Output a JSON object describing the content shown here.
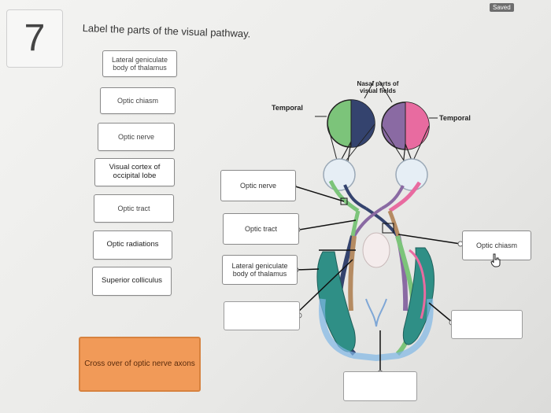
{
  "question": {
    "number": "7",
    "prompt": "Label the parts of the visual pathway.",
    "status": "Saved"
  },
  "word_bank": [
    {
      "id": "lgn",
      "text": "Lateral geniculate body of thalamus"
    },
    {
      "id": "chiasm",
      "text": "Optic chiasm"
    },
    {
      "id": "nerve",
      "text": "Optic nerve"
    },
    {
      "id": "cortex",
      "text": "Visual cortex of occipital lobe"
    },
    {
      "id": "tract",
      "text": "Optic tract"
    },
    {
      "id": "radiations",
      "text": "Optic radiations"
    },
    {
      "id": "colliculus",
      "text": "Superior colliculus"
    }
  ],
  "diagram_text": {
    "nasal": "Nasal parts of visual fields",
    "temporal_left": "Temporal",
    "temporal_right": "Temporal"
  },
  "drop_zones": [
    {
      "id": "dz-nerve",
      "value": "Optic nerve"
    },
    {
      "id": "dz-tract",
      "value": "Optic tract"
    },
    {
      "id": "dz-chiasm",
      "value": "Optic chiasm"
    },
    {
      "id": "dz-lgn",
      "value": "Lateral geniculate body of thalamus"
    },
    {
      "id": "dz-empty-1",
      "value": ""
    },
    {
      "id": "dz-empty-2",
      "value": ""
    },
    {
      "id": "dz-empty-3",
      "value": ""
    }
  ],
  "highlight_box": {
    "text": "Cross over of optic nerve axons",
    "color": "#f19a58"
  },
  "colors": {
    "green": "#7cc47a",
    "navy": "#34436e",
    "purple": "#8a6aa3",
    "pink": "#e86ba0",
    "brown": "#b58b62",
    "teal": "#2f8f86"
  }
}
